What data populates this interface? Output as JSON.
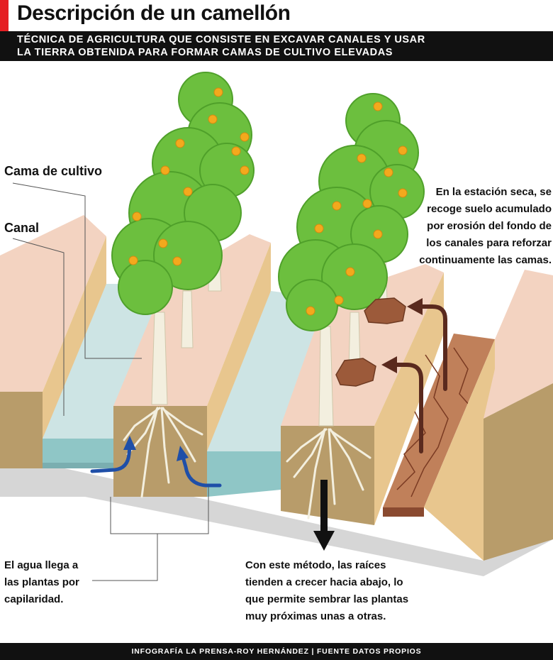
{
  "header": {
    "title": "Descripción de un camellón",
    "subtitle_line1": "TÉCNICA DE AGRICULTURA QUE CONSISTE EN EXCAVAR CANALES Y USAR",
    "subtitle_line2": "LA TIERRA OBTENIDA PARA FORMAR CAMAS DE CULTIVO ELEVADAS"
  },
  "labels": {
    "cama": "Cama de cultivo",
    "canal": "Canal"
  },
  "notes": {
    "dry_season": [
      "En la estación seca, se",
      "recoge suelo acumulado",
      "por erosión del fondo de",
      "los canales para reforzar",
      "continuamente las camas."
    ],
    "capillarity": [
      "El agua llega a",
      "las plantas por",
      "capilaridad."
    ],
    "roots": [
      "Con este método, las raíces",
      "tienden a crecer hacia abajo, lo",
      "que permite sembrar las plantas",
      "muy próximas unas a otras."
    ]
  },
  "footer": {
    "credit": "INFOGRAFÍA LA PRENSA-ROY HERNÁNDEZ  |  FUENTE DATOS PROPIOS"
  },
  "colors": {
    "accent_red": "#e51f23",
    "bed_top": "#f3d3c1",
    "bed_wall": "#e8c68e",
    "soil_front": "#b89c6a",
    "water": "#cde4e4",
    "water_front": "#8fc6c6",
    "foliage": "#6cbf3e",
    "fruit": "#f3a91d",
    "flow_arrow": "#1f4fa8",
    "dry_soil": "#c0805a",
    "return_arrow": "#5a2a1e"
  }
}
